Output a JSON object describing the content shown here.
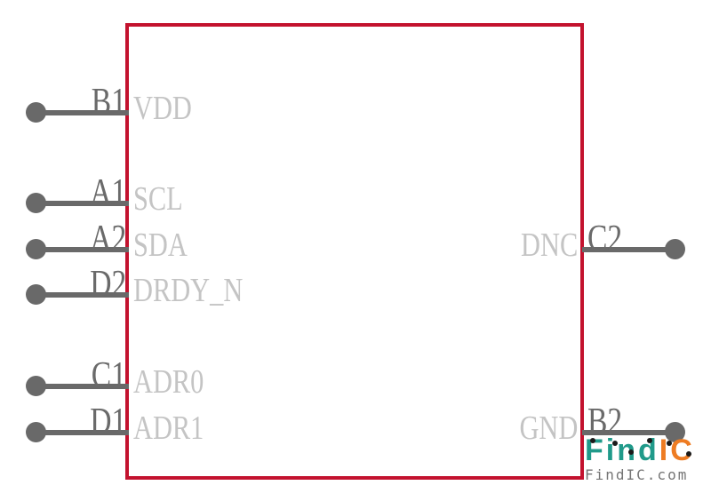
{
  "component": {
    "type": "schematic-symbol",
    "colors": {
      "body_outline": "#c3122e",
      "pin": "#696969",
      "pin_number_text": "#6a6a6a",
      "pin_name_text": "#c4c4c4"
    }
  },
  "pins": {
    "left": [
      {
        "number": "B1",
        "name": "VDD"
      },
      {
        "number": "A1",
        "name": "SCL"
      },
      {
        "number": "A2",
        "name": "SDA"
      },
      {
        "number": "D2",
        "name": "DRDY_N"
      },
      {
        "number": "C1",
        "name": "ADR0"
      },
      {
        "number": "D1",
        "name": "ADR1"
      }
    ],
    "right": [
      {
        "number": "C2",
        "name": "DNC"
      },
      {
        "number": "B2",
        "name": "GND"
      }
    ]
  },
  "watermark": {
    "brand_part1": "Find",
    "brand_part2": "IC",
    "domain": "FindIC.com",
    "colors": {
      "teal": "#209a8a",
      "orange": "#ee7c23",
      "domain_gray": "#757575"
    }
  }
}
